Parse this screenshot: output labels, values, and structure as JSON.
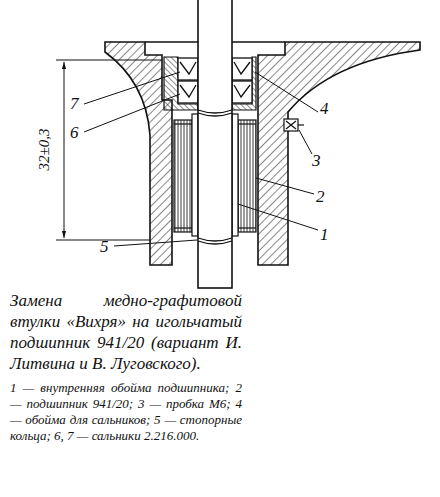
{
  "diagram": {
    "caption": "Замена медно-графитовой втулки «Вихря» на игольчатый подшипник 941/20 (вариант И. Литвина и В. Луговского).",
    "labels": [
      "32±0,3",
      "7",
      "6",
      "4",
      "3",
      "2",
      "1",
      "5",
      "1 — внутренняя обойма подшипника; 2 — подшипник 941/20; 3 — пробка М6; 4 — обойма для сальников; 5 — стопорные кольца; 6, 7 — сальники 2.216.000."
    ]
  }
}
